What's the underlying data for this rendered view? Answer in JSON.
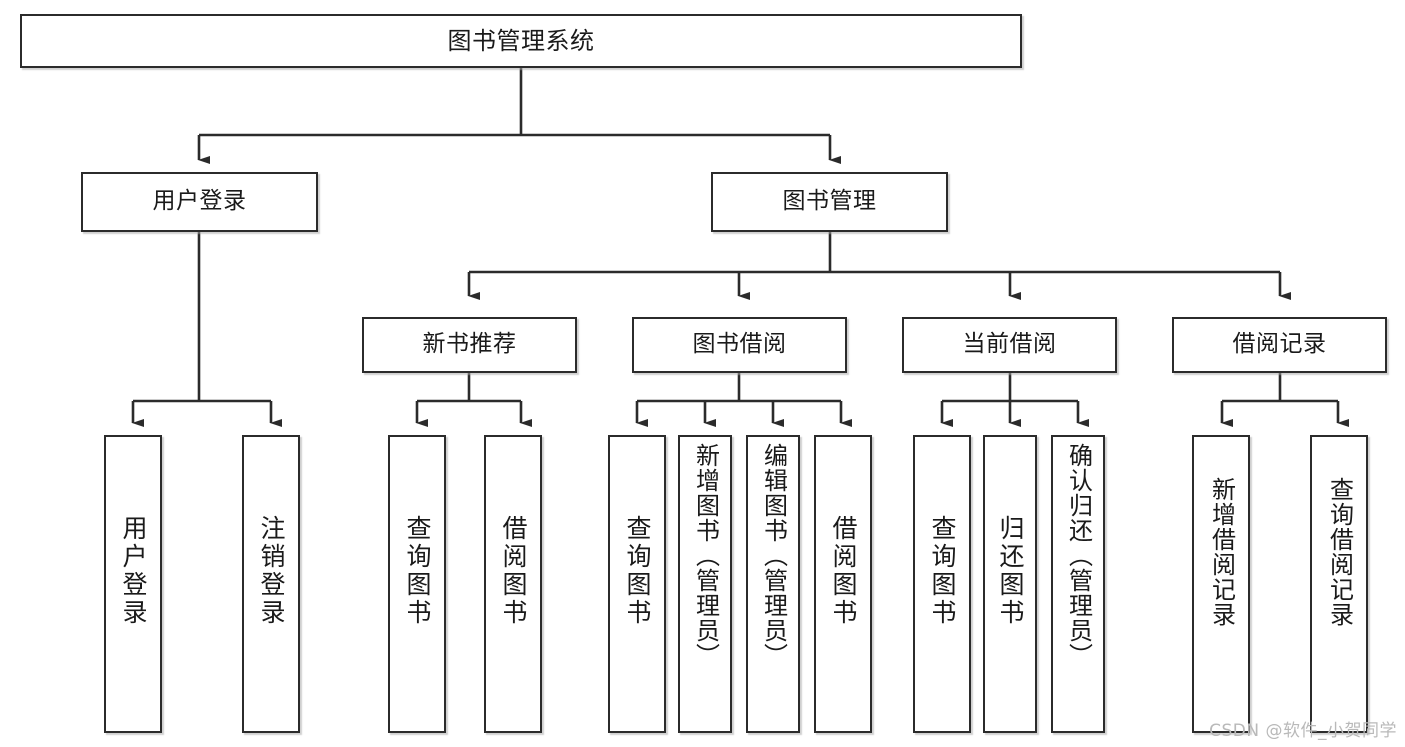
{
  "diagram": {
    "title": "图书管理系统",
    "type": "hierarchy-tree",
    "levels": 4,
    "root": {
      "label": "图书管理系统"
    },
    "level2": [
      {
        "label": "用户登录"
      },
      {
        "label": "图书管理"
      }
    ],
    "level3": [
      {
        "label": "新书推荐"
      },
      {
        "label": "图书借阅"
      },
      {
        "label": "当前借阅"
      },
      {
        "label": "借阅记录"
      }
    ],
    "leaves": [
      {
        "label": "用户登录",
        "parent": "用户登录"
      },
      {
        "label": "注销登录",
        "parent": "用户登录"
      },
      {
        "label": "查询图书",
        "parent": "新书推荐"
      },
      {
        "label": "借阅图书",
        "parent": "新书推荐"
      },
      {
        "label": "查询图书",
        "parent": "图书借阅"
      },
      {
        "label": "新增图书（管理员）",
        "parent": "图书借阅"
      },
      {
        "label": "编辑图书（管理员）",
        "parent": "图书借阅"
      },
      {
        "label": "借阅图书",
        "parent": "图书借阅"
      },
      {
        "label": "查询图书",
        "parent": "当前借阅"
      },
      {
        "label": "归还图书",
        "parent": "当前借阅"
      },
      {
        "label": "确认归还（管理员）",
        "parent": "当前借阅"
      },
      {
        "label": "新增借阅记录",
        "parent": "借阅记录"
      },
      {
        "label": "查询借阅记录",
        "parent": "借阅记录"
      }
    ]
  },
  "watermark": {
    "text": "CSDN @软件_小贺同学"
  },
  "colors": {
    "stroke": "#2b2b2b",
    "fill": "#ffffff",
    "text": "#1a1a1a",
    "watermark": "#b9b9b9"
  }
}
